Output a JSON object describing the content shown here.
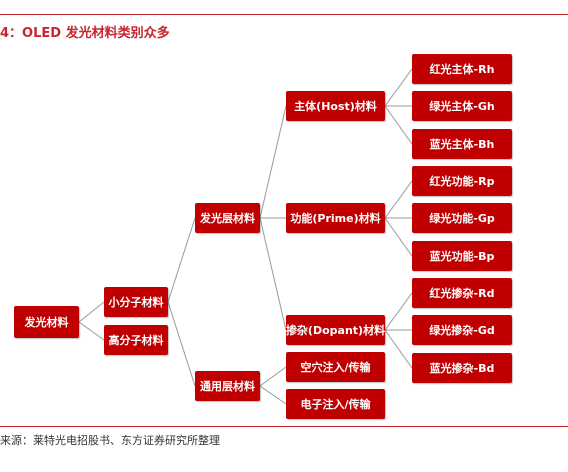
{
  "figure": {
    "title": "4：OLED 发光材料类别众多",
    "source": "来源：莱特光电招股书、东方证券研究所整理"
  },
  "nodes": {
    "root": "发光材料",
    "small": "小分子材料",
    "polymer": "高分子材料",
    "emissive": "发光层材料",
    "common": "通用层材料",
    "host": "主体(Host)材料",
    "prime": "功能(Prime)材料",
    "dopant": "掺杂(Dopant)材料",
    "hole": "空穴注入/传输",
    "electron": "电子注入/传输",
    "rh": "红光主体-Rh",
    "gh": "绿光主体-Gh",
    "bh": "蓝光主体-Bh",
    "rp": "红光功能-Rp",
    "gp": "绿光功能-Gp",
    "bp": "蓝光功能-Bp",
    "rd": "红光掺杂-Rd",
    "gd": "绿光掺杂-Gd",
    "bd": "蓝光掺杂-Bd"
  },
  "colors": {
    "node_fill": "#c00000",
    "accent": "#c9252c",
    "connector": "#999999"
  }
}
